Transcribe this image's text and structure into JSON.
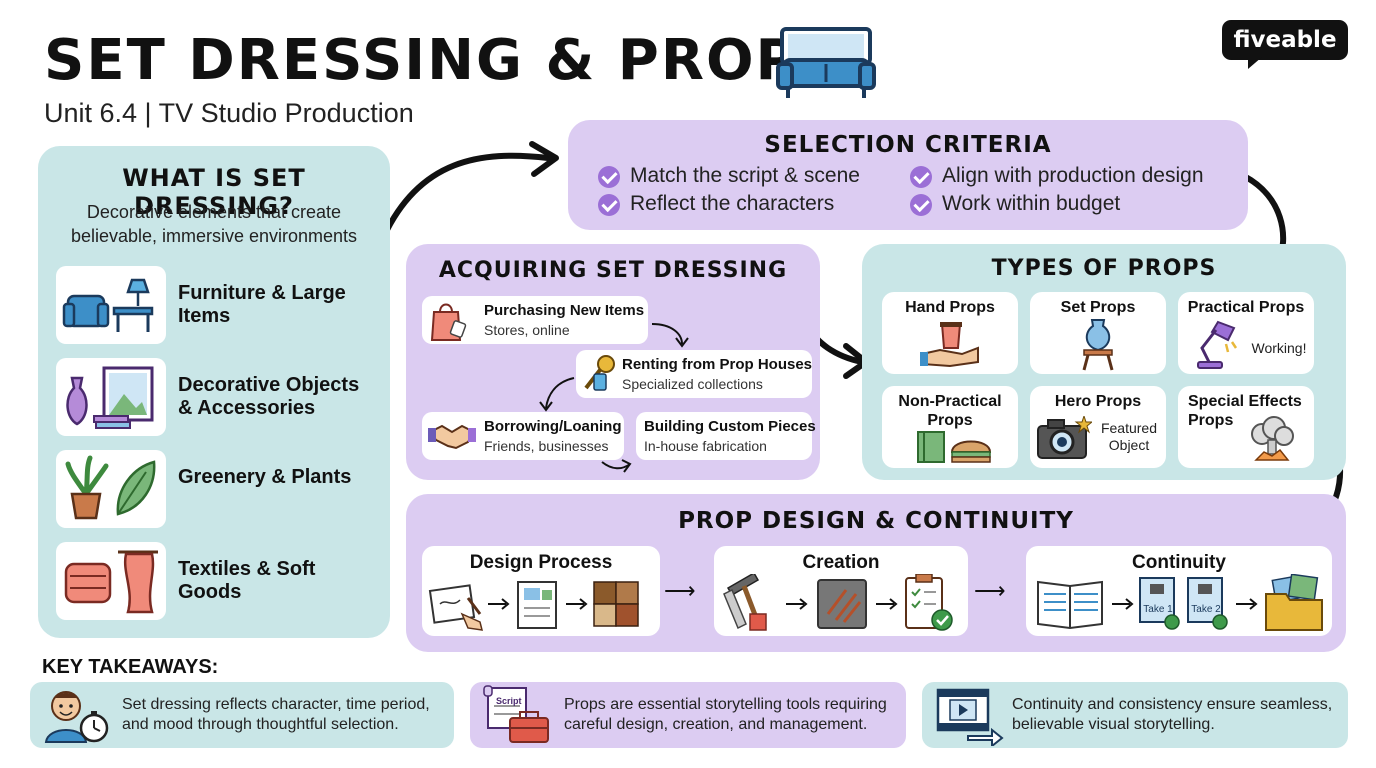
{
  "header": {
    "title": "SET DRESSING & PROPS",
    "subtitle": "Unit 6.4 | TV Studio Production",
    "brand": "fiveable"
  },
  "what_is": {
    "heading": "WHAT IS SET DRESSING?",
    "description": "Decorative elements that create believable, immersive environments",
    "categories": [
      {
        "label": "Furniture & Large Items",
        "icon": "furniture-icon"
      },
      {
        "label": "Decorative Objects & Accessories",
        "icon": "decor-icon"
      },
      {
        "label": "Greenery & Plants",
        "icon": "plant-icon"
      },
      {
        "label": "Textiles & Soft Goods",
        "icon": "textile-icon"
      }
    ]
  },
  "selection": {
    "heading": "SELECTION CRITERIA",
    "criteria": [
      "Match the script & scene",
      "Reflect the characters",
      "Align with production design",
      "Work within budget"
    ]
  },
  "acquiring": {
    "heading": "ACQUIRING SET DRESSING",
    "methods": [
      {
        "title": "Purchasing New Items",
        "sub": "Stores, online"
      },
      {
        "title": "Renting from Prop Houses",
        "sub": "Specialized collections"
      },
      {
        "title": "Borrowing/Loaning",
        "sub": "Friends, businesses"
      },
      {
        "title": "Building Custom Pieces",
        "sub": "In-house fabrication"
      }
    ]
  },
  "types": {
    "heading": "TYPES OF PROPS",
    "items": [
      {
        "label": "Hand Props"
      },
      {
        "label": "Set Props"
      },
      {
        "label": "Practical Props",
        "note": "Working!"
      },
      {
        "label": "Non-Practical Props"
      },
      {
        "label": "Hero Props",
        "note": "Featured Object"
      },
      {
        "label": "Special Effects Props"
      }
    ]
  },
  "design": {
    "heading": "PROP DESIGN & CONTINUITY",
    "stages": [
      "Design Process",
      "Creation",
      "Continuity"
    ],
    "take1": "Take 1",
    "take2": "Take 2"
  },
  "takeaways": {
    "heading": "KEY TAKEAWAYS:",
    "script_label": "Script",
    "items": [
      "Set dressing reflects character, time period, and mood through thoughtful selection.",
      "Props are essential storytelling tools requiring careful design, creation, and management.",
      "Continuity and consistency ensure seamless, believable visual storytelling."
    ]
  },
  "colors": {
    "teal": "#c9e6e7",
    "lavender": "#dcccf2",
    "accent": "#9b6fd6",
    "sofa": "#3d8fc8"
  }
}
